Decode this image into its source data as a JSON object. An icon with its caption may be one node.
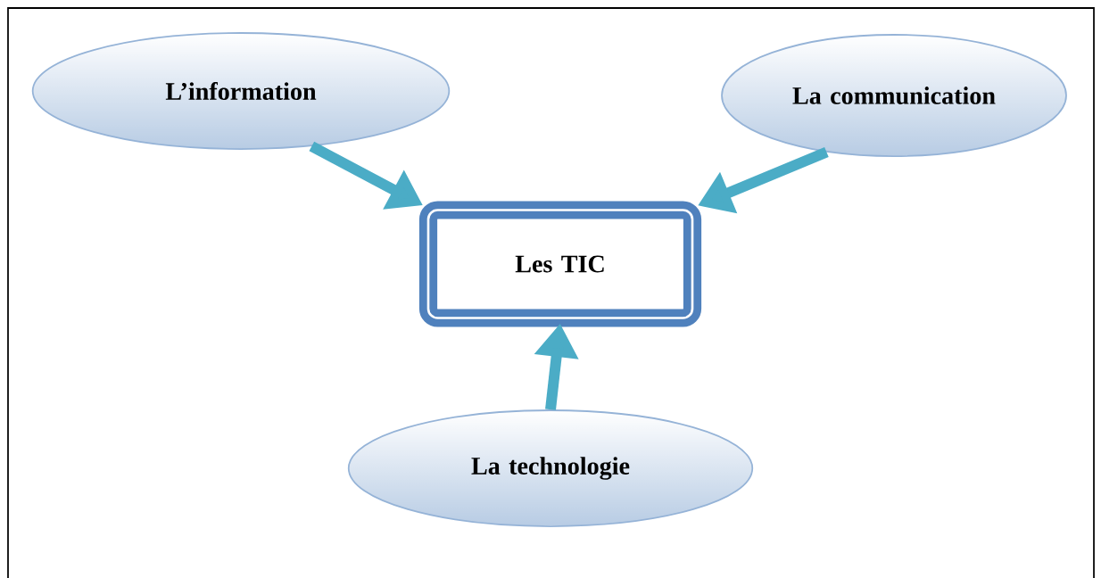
{
  "diagram": {
    "nodes": [
      {
        "text": [
          "L’information"
        ]
      },
      {
        "text": [
          "La communication"
        ]
      },
      {
        "text": [
          "Les TIC"
        ]
      },
      {
        "text": [
          "La technologie"
        ]
      }
    ],
    "edges": [
      {
        "from": 0,
        "to": 2,
        "arrow": "to"
      },
      {
        "from": 1,
        "to": 2,
        "arrow": "to"
      },
      {
        "from": 3,
        "to": 2,
        "arrow": "to"
      }
    ]
  }
}
